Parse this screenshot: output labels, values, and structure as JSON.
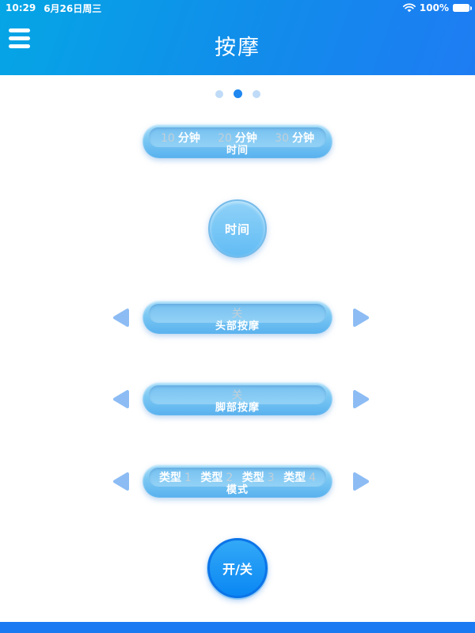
{
  "colors": {
    "header_gradient_start": "#05a6e5",
    "header_gradient_end": "#1e7cf3",
    "pill_top": "#aadef9",
    "pill_bottom": "#58b1ee",
    "dot_active": "#1f87f0",
    "dot_inactive": "#bfdbf8",
    "dimmed_text": "#c2cfd8",
    "arrow_blue": "#8dbcf4",
    "power_top": "#33a9f7",
    "power_bottom": "#0a87f3",
    "bottom_bar": "#1a7af2"
  },
  "status_bar": {
    "time": "10:29",
    "date": "6月26日周三",
    "wifi_icon": "wifi-icon",
    "battery_percent": "100%",
    "battery_icon": "battery-full-icon"
  },
  "header": {
    "menu_icon": "hamburger-menu-icon",
    "title": "按摩"
  },
  "pager": {
    "count": 3,
    "active_index": 1
  },
  "time_selector": {
    "options": [
      {
        "num": "10",
        "unit": "分钟"
      },
      {
        "num": "20",
        "unit": "分钟"
      },
      {
        "num": "30",
        "unit": "分钟"
      }
    ],
    "label": "时间"
  },
  "time_button": {
    "label": "时间"
  },
  "head_massage": {
    "value": "关",
    "label": "头部按摩"
  },
  "foot_massage": {
    "value": "关",
    "label": "脚部按摩"
  },
  "mode_selector": {
    "options": [
      {
        "name": "类型",
        "num": "1"
      },
      {
        "name": "类型",
        "num": "2"
      },
      {
        "name": "类型",
        "num": "3"
      },
      {
        "name": "类型",
        "num": "4"
      }
    ],
    "label": "模式"
  },
  "power_button": {
    "label": "开/关"
  }
}
